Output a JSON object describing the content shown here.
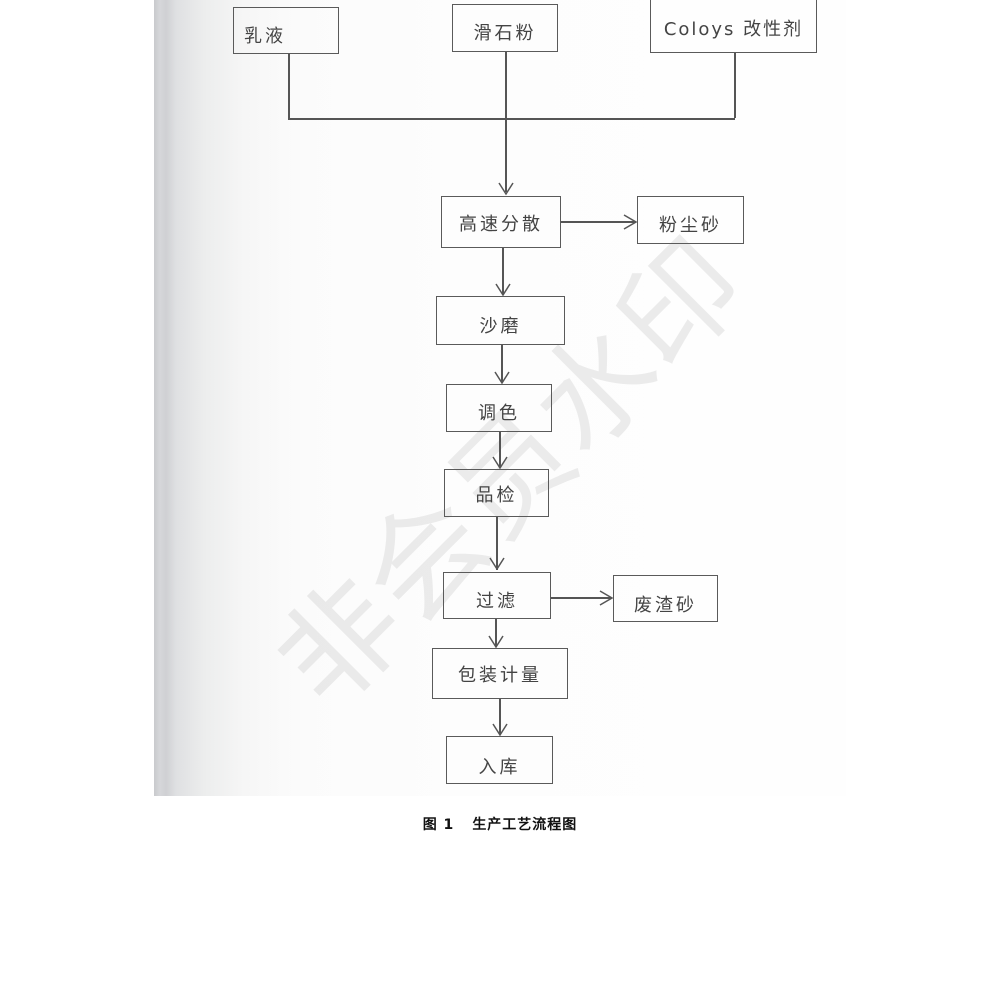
{
  "diagram": {
    "title": "生产工艺流程图",
    "inputs": [
      {
        "label": "乳液"
      },
      {
        "label": "滑石粉"
      },
      {
        "label": "Coloys 改性剂"
      }
    ],
    "steps": [
      {
        "label": "高速分散",
        "byproduct": "粉尘砂"
      },
      {
        "label": "沙磨"
      },
      {
        "label": "调色"
      },
      {
        "label": "品检"
      },
      {
        "label": "过滤",
        "byproduct": "废渣砂"
      },
      {
        "label": "包装计量"
      },
      {
        "label": "入库"
      }
    ],
    "edges": [
      [
        "乳液",
        "高速分散"
      ],
      [
        "滑石粉",
        "高速分散"
      ],
      [
        "Coloys 改性剂",
        "高速分散"
      ],
      [
        "高速分散",
        "粉尘砂"
      ],
      [
        "高速分散",
        "沙磨"
      ],
      [
        "沙磨",
        "调色"
      ],
      [
        "调色",
        "品检"
      ],
      [
        "品检",
        "过滤"
      ],
      [
        "过滤",
        "废渣砂"
      ],
      [
        "过滤",
        "包装计量"
      ],
      [
        "包装计量",
        "入库"
      ]
    ]
  },
  "caption": {
    "figure_number": "图 1",
    "title": "生产工艺流程图"
  },
  "watermark": {
    "text": "非会员水印"
  },
  "colors": {
    "line": "#555555",
    "text": "#444444",
    "watermark": "#c8c8c8"
  }
}
